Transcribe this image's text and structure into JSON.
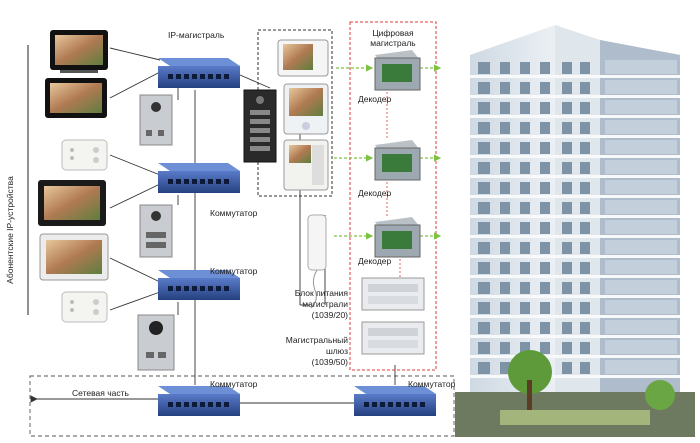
{
  "labels": {
    "ip_trunk": "IP-магистраль",
    "digital_trunk_line1": "Цифровая",
    "digital_trunk_line2": "магистраль",
    "decoder_1": "Декодер",
    "decoder_2": "Декодер",
    "decoder_3": "Декодер",
    "switch_1": "Коммутатор",
    "switch_2": "Коммутатор",
    "switch_3": "Коммутатор",
    "switch_4": "Коммутатор",
    "network_part": "Сетевая часть",
    "subscriber_devices": "Абонентские IP-устройства",
    "power_supply_line1": "Блок питания",
    "power_supply_line2": "магистрали",
    "power_supply_line3": "(1039/20)",
    "gateway_line1": "Магистральный",
    "gateway_line2": "шлюз",
    "gateway_line3": "(1039/50)"
  },
  "colors": {
    "switch_blue": "#2f4f9c",
    "trunk_red": "#e23b3b",
    "green_arrow": "#7dc242",
    "line": "#333333"
  }
}
